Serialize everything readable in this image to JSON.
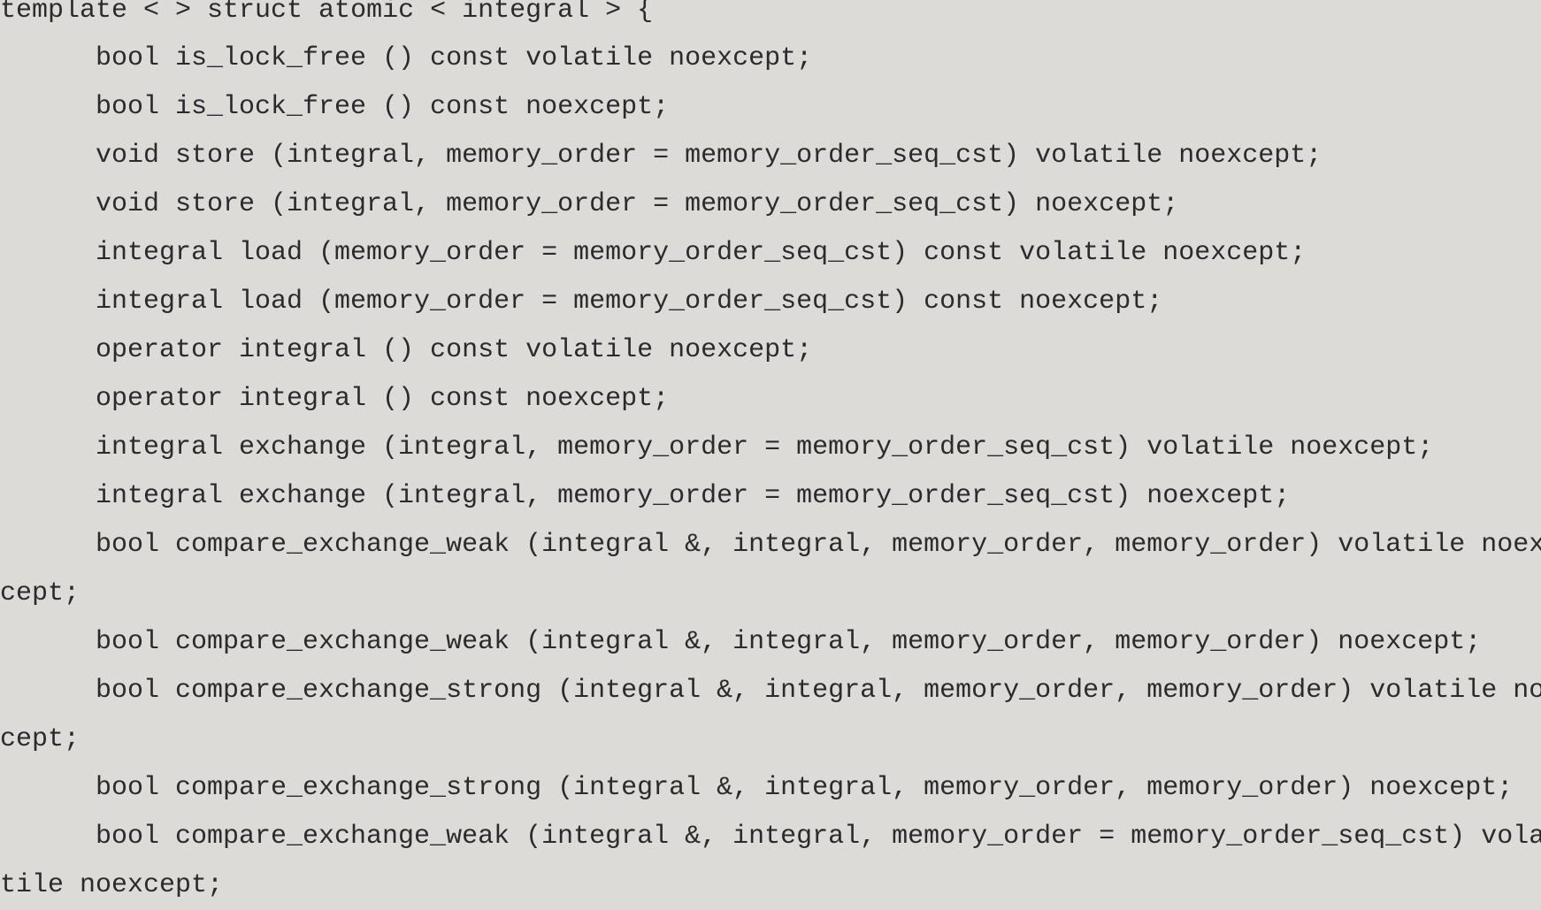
{
  "code": {
    "lines": [
      "template < > struct atomic < integral > {",
      "bool is_lock_free () const volatile noexcept;",
      "bool is_lock_free () const noexcept;",
      "void store (integral, memory_order = memory_order_seq_cst) volatile noexcept;",
      "void store (integral, memory_order = memory_order_seq_cst) noexcept;",
      "integral load (memory_order = memory_order_seq_cst) const volatile noexcept;",
      "integral load (memory_order = memory_order_seq_cst) const noexcept;",
      "operator integral () const volatile noexcept;",
      "operator integral () const noexcept;",
      "integral exchange (integral, memory_order = memory_order_seq_cst) volatile noexcept;",
      "integral exchange (integral, memory_order = memory_order_seq_cst) noexcept;",
      "bool compare_exchange_weak (integral &, integral, memory_order, memory_order) volatile noex-",
      "cept;",
      "bool compare_exchange_weak (integral &, integral, memory_order, memory_order) noexcept;",
      "bool compare_exchange_strong (integral &, integral, memory_order, memory_order) volatile noex-",
      "cept;",
      "bool compare_exchange_strong (integral &, integral, memory_order, memory_order) noexcept;",
      "bool compare_exchange_weak (integral &, integral, memory_order = memory_order_seq_cst) vola-",
      "tile noexcept;"
    ]
  }
}
